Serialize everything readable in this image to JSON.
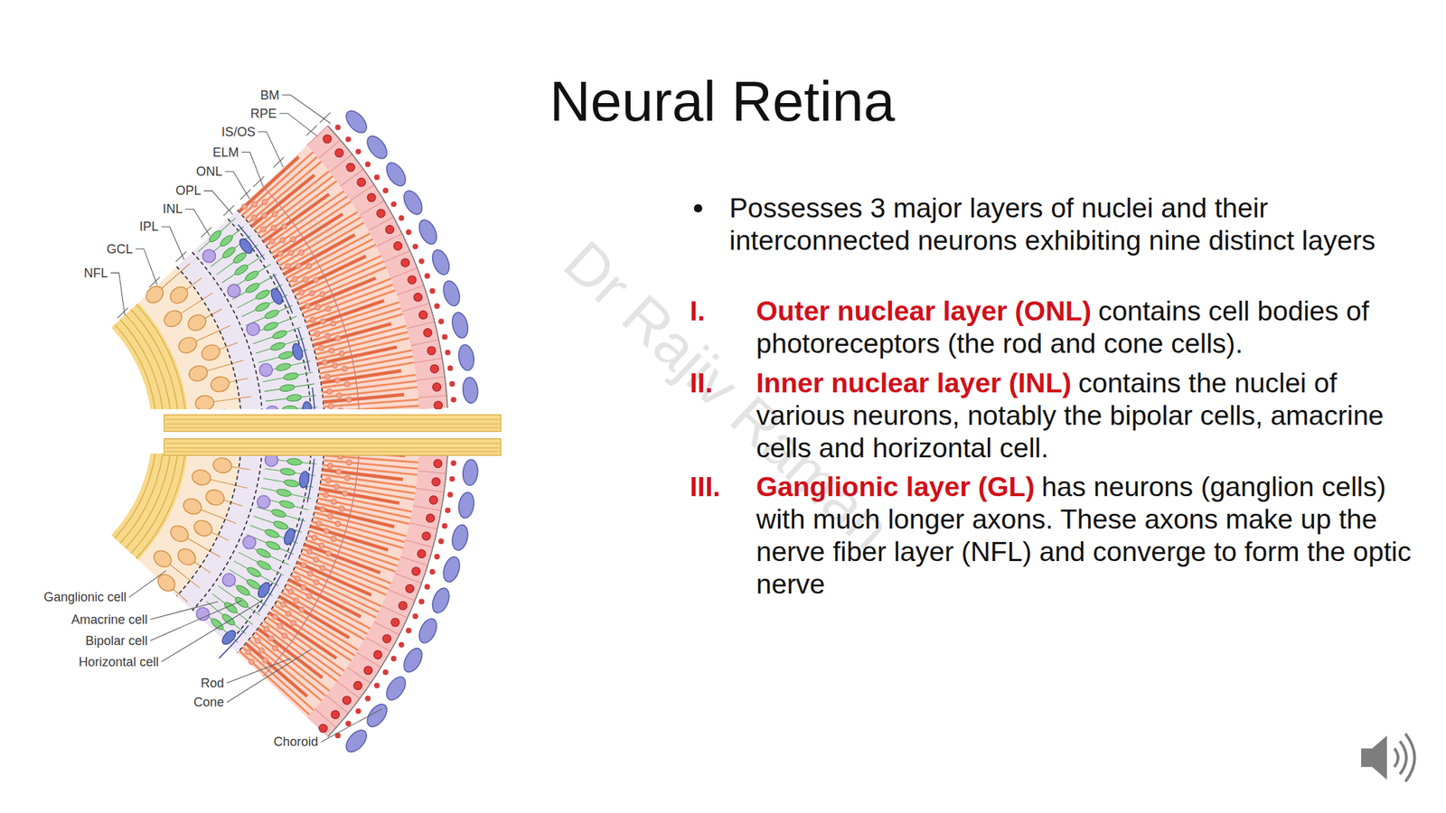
{
  "diagram": {
    "title": "Neural Retina",
    "labels": [
      "BM",
      "RPE",
      "IS/OS",
      "ELM",
      "ONL",
      "OPL",
      "INL",
      "IPL",
      "GCL",
      "NFL",
      "Ganglionic cell",
      "Amacrine cell",
      "Bipolar cell",
      "Horizontal cell",
      "Rod",
      "Cone",
      "Choroid",
      "Dr Rajiv Raman",
      "Possesses 3 major layers of nuclei and their interconnected neurons exhibiting nine distinct layers",
      "I.",
      "Outer nuclear layer (ONL)",
      "contains cell bodies of photoreceptors (the rod and cone cells).",
      "II.",
      "Inner nuclear layer (INL)",
      "contains the nuclei of various neurons, notably the bipolar cells, amacrine cells and horizontal cell.",
      "III.",
      "Ganglionic layer (GL)",
      "has neurons (ganglion cells) with much longer axons. These axons make up the nerve fiber layer (NFL) and converge to form the optic nerve"
    ]
  }
}
